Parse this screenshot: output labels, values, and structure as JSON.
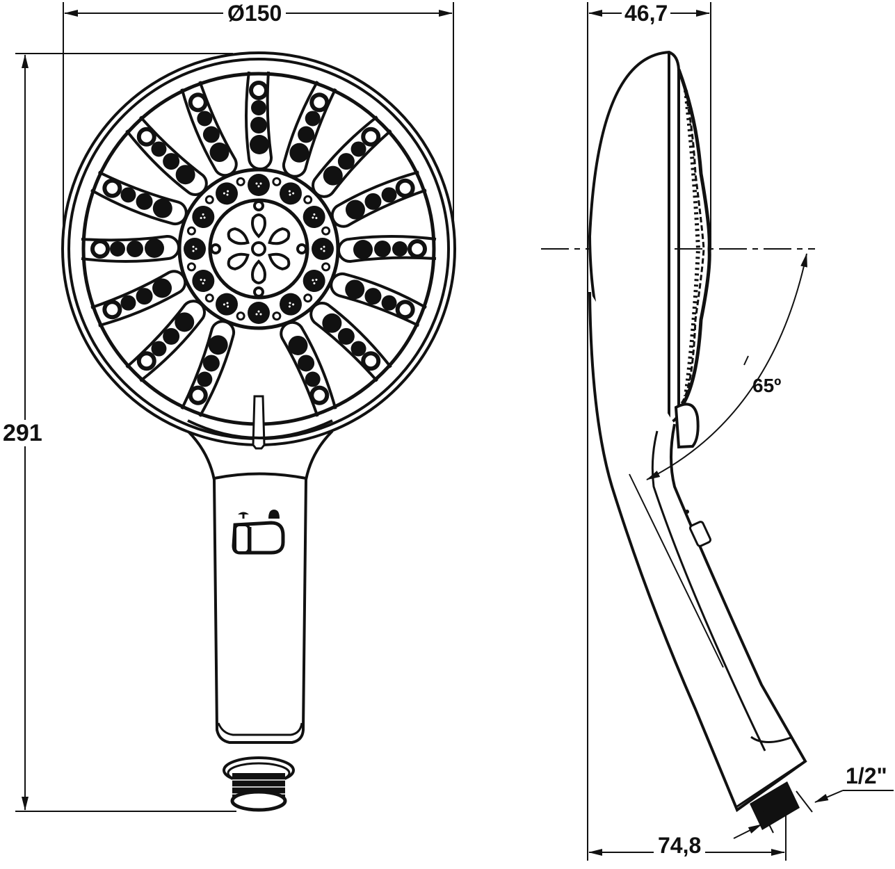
{
  "drawing": {
    "title": "Hand shower technical drawing",
    "views": [
      "front-view",
      "side-view"
    ],
    "line_color": "#111111",
    "background": "#ffffff"
  },
  "dimensions": {
    "diameter": {
      "label": "Ø150",
      "value": 150,
      "unit": "mm"
    },
    "depth": {
      "label": "46,7",
      "value": 46.7,
      "unit": "mm"
    },
    "height": {
      "label": "291",
      "value": 291,
      "unit": "mm"
    },
    "angle": {
      "label": "65º",
      "value": 65,
      "unit": "deg"
    },
    "base_offset": {
      "label": "74,8",
      "value": 74.8,
      "unit": "mm"
    },
    "thread": {
      "label": "1/2\"",
      "value": "1/2",
      "unit": "inch"
    }
  }
}
